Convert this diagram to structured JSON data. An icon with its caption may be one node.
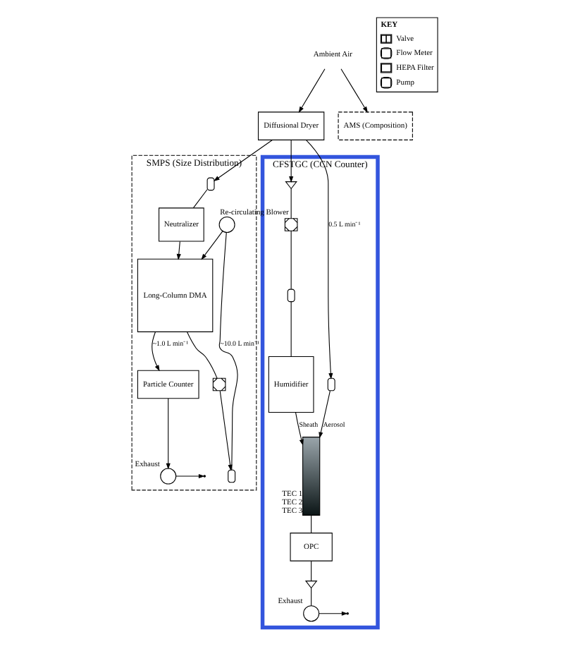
{
  "diagram": {
    "nodes": [
      {
        "text": [
          "SMPS (Size Distribution)"
        ]
      },
      {
        "text": [],
        "shape": "pump",
        "in": 0,
        "beside": [
          "Re-circulating Blower"
        ]
      },
      {
        "text": [
          "Long-Column DMA"
        ],
        "in": 0
      },
      {
        "text": [],
        "shape": "filter",
        "in": 0
      },
      {
        "text": [],
        "shape": "meter",
        "in": 0
      },
      {
        "text": [
          "Neutralizer"
        ],
        "in": 0
      },
      {
        "text": [],
        "shape": "meter",
        "in": 0
      },
      {
        "text": [
          "Particle Counter"
        ],
        "in": 0
      },
      {
        "text": [],
        "shape": "pump",
        "in": 0,
        "beside": [
          "Exhaust"
        ]
      },
      {
        "text": [
          "Ambient Air"
        ]
      },
      {
        "text": [
          "Diffusional Dryer"
        ]
      },
      {
        "text": [
          "AMS (Composition)"
        ]
      },
      {
        "text": [
          "CFSTGC (CCN Counter)"
        ]
      },
      {
        "text": [],
        "shape": "meter",
        "in": 12
      },
      {
        "text": [
          "Humidifier"
        ],
        "in": 12
      },
      {
        "text": [],
        "shape": "meter",
        "in": 12
      },
      {
        "text": [],
        "shape": "filter",
        "in": 12
      },
      {
        "text": [],
        "shape": "valve",
        "in": 12
      },
      {
        "text": [],
        "shape": "cylinder",
        "in": 12,
        "beside": [
          "TEC 1",
          "TEC 2",
          "TEC 3"
        ]
      },
      {
        "text": [
          "OPC"
        ],
        "in": 12
      },
      {
        "text": [],
        "shape": "valve",
        "in": 12
      },
      {
        "text": [],
        "shape": "pump",
        "in": 12,
        "beside": [
          "Exhaust"
        ]
      }
    ],
    "edges": [
      {
        "from": 9,
        "to": 10,
        "arrow": "to"
      },
      {
        "from": 9,
        "to": 11,
        "arrow": "to"
      },
      {
        "from": 10,
        "to": 6,
        "arrow": "to"
      },
      {
        "from": 6,
        "to": 5,
        "arrow": "none"
      },
      {
        "from": 5,
        "to": 2,
        "arrow": "to"
      },
      {
        "from": 1,
        "to": 2,
        "arrow": "to"
      },
      {
        "from": 2,
        "to": 7,
        "arrow": "to",
        "label": "~1.0 L min⁻¹"
      },
      {
        "from": 7,
        "to": 8,
        "arrow": "to"
      },
      {
        "from": 8,
        "to": null,
        "arrow": "to"
      },
      {
        "from": 2,
        "to": 3,
        "arrow": "none"
      },
      {
        "from": 3,
        "to": 4,
        "arrow": "to"
      },
      {
        "from": 4,
        "to": 1,
        "arrow": "none",
        "label": "~10.0 L min⁻¹"
      },
      {
        "from": 10,
        "to": 13,
        "arrow": "to",
        "label": "0.5 L min⁻¹"
      },
      {
        "from": 13,
        "to": 18,
        "arrow": "to",
        "label": "Aerosol"
      },
      {
        "from": 10,
        "to": 17,
        "arrow": "to"
      },
      {
        "from": 17,
        "to": 16,
        "arrow": "none"
      },
      {
        "from": 16,
        "to": 15,
        "arrow": "none"
      },
      {
        "from": 15,
        "to": 14,
        "arrow": "none"
      },
      {
        "from": 14,
        "to": 18,
        "arrow": "to",
        "label": "Sheath"
      },
      {
        "from": 18,
        "to": 19,
        "arrow": "none"
      },
      {
        "from": 19,
        "to": 20,
        "arrow": "none"
      },
      {
        "from": 20,
        "to": 21,
        "arrow": "none"
      },
      {
        "from": 21,
        "to": null,
        "arrow": "to"
      }
    ],
    "labels": [
      "KEY"
    ],
    "legend": [
      {
        "text": "Valve"
      },
      {
        "text": "Flow Meter"
      },
      {
        "text": "HEPA Filter"
      },
      {
        "text": "Pump"
      }
    ]
  }
}
